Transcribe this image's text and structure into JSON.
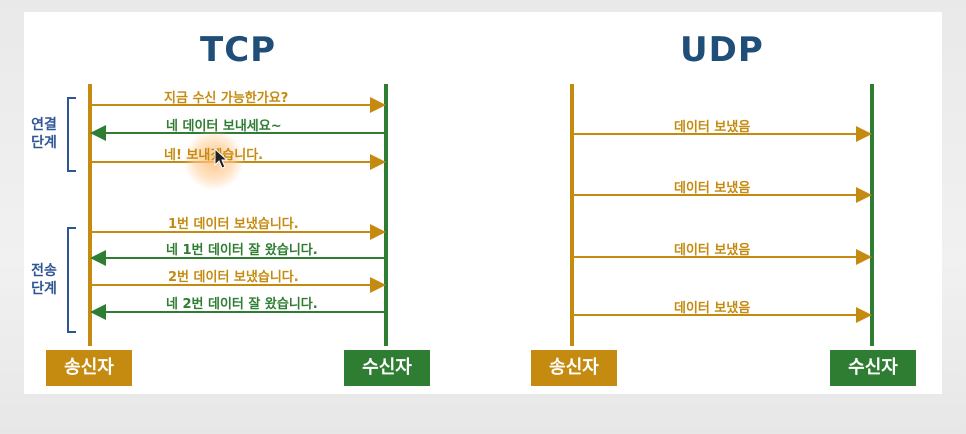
{
  "tcp": {
    "title": "TCP",
    "phases": {
      "connect": "연결\n단계",
      "transfer": "전송\n단계"
    },
    "messages": [
      "지금 수신 가능한가요?",
      "네 데이터 보내세요~",
      "네! 보내겠습니다.",
      "1번 데이터 보냈습니다.",
      "네 1번 데이터 잘 왔습니다.",
      "2번 데이터 보냈습니다.",
      "네 2번 데이터 잘 왔습니다."
    ],
    "sender": "송신자",
    "receiver": "수신자"
  },
  "udp": {
    "title": "UDP",
    "messages": [
      "데이터 보냈음",
      "데이터 보냈음",
      "데이터 보냈음",
      "데이터 보냈음"
    ],
    "sender": "송신자",
    "receiver": "수신자"
  },
  "colors": {
    "sender": "#c58a10",
    "receiver": "#2e7d32",
    "title": "#1f4e79",
    "phase": "#2f5597"
  }
}
